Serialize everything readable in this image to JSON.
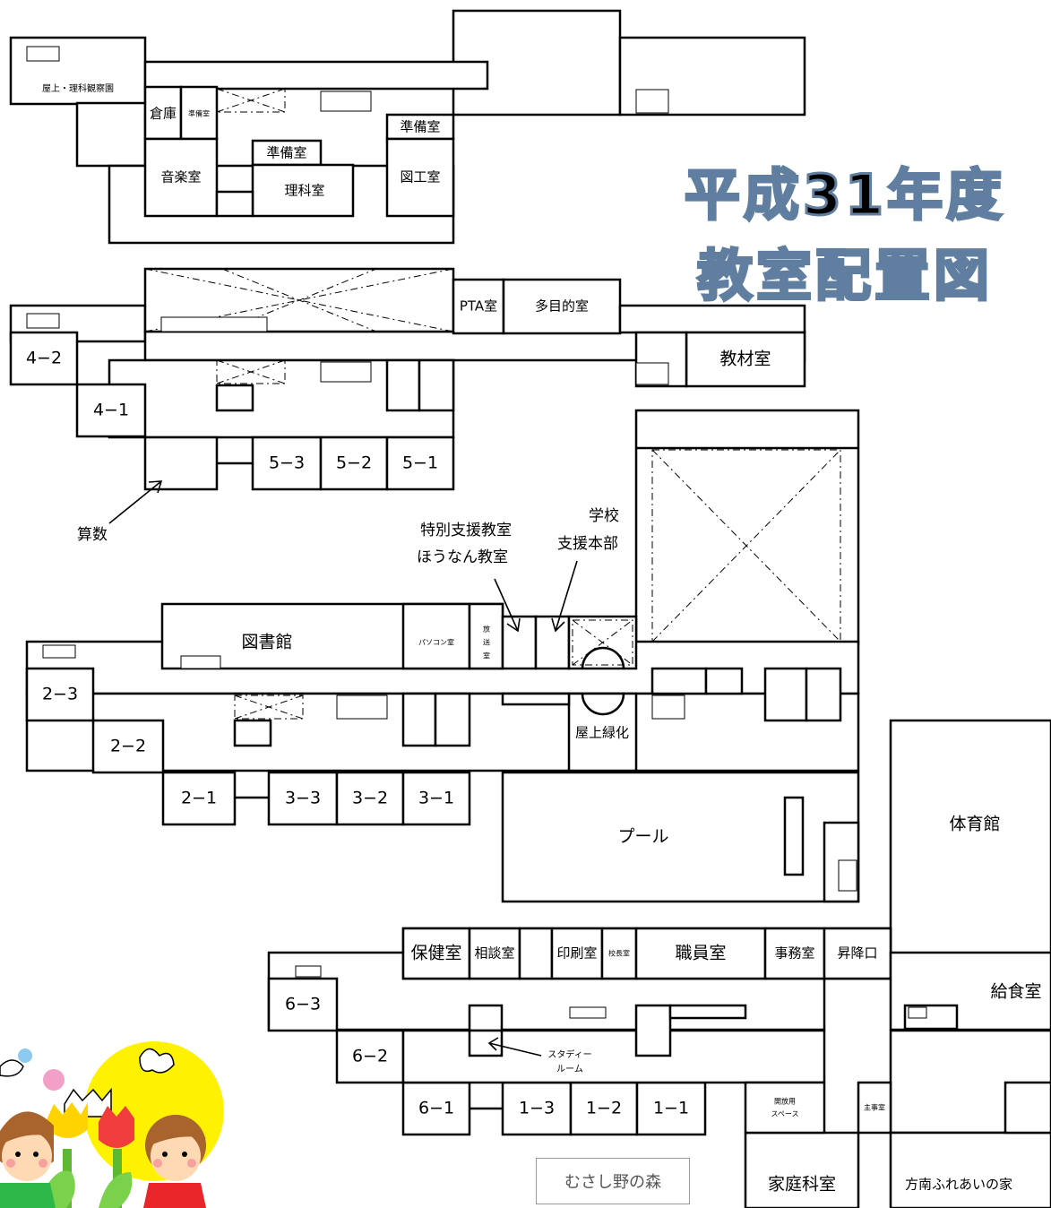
{
  "title": {
    "line1": "平成31年度",
    "line2": "教室配置図"
  },
  "floor4": {
    "rooftop": "屋上・理科観察園",
    "storage": "倉庫",
    "prep_small": "準備室",
    "prep_science": "準備室",
    "prep_art": "準備室",
    "music": "音楽室",
    "science": "理科室",
    "art": "図工室"
  },
  "floor3": {
    "pta": "PTA室",
    "multipurpose": "多目的室",
    "materials": "教材室",
    "r4_2": "4−2",
    "r4_1": "4−1",
    "r5_3": "5−3",
    "r5_2": "5−2",
    "r5_1": "5−1",
    "math": "算数"
  },
  "floor2": {
    "special_line1": "特別支援教室",
    "special_line2": "ほうなん教室",
    "support_line1": "学校",
    "support_line2": "支援本部",
    "library": "図書館",
    "pc_room": "パソコン室",
    "broadcast": [
      "放",
      "送",
      "室"
    ],
    "roof_green": "屋上緑化",
    "r2_3": "2−3",
    "r2_2": "2−2",
    "r2_1": "2−1",
    "r3_3": "3−3",
    "r3_2": "3−2",
    "r3_1": "3−1",
    "pool": "プール",
    "gym": "体育館"
  },
  "floor1": {
    "nurse": "保健室",
    "consult": "相談室",
    "print": "印刷室",
    "principal": "校長室",
    "staff": "職員室",
    "office": "事務室",
    "entrance": "昇降口",
    "lunch": "給食室",
    "r6_3": "6−3",
    "r6_2": "6−2",
    "r6_1": "6−1",
    "r1_3": "1−3",
    "r1_2": "1−2",
    "r1_1": "1−1",
    "study_line1": "スタディー",
    "study_line2": "ルーム",
    "open_line1": "開放用",
    "open_line2": "スペース",
    "chief_office": "主事室",
    "home_ec": "家庭科室",
    "community": "方南ふれあいの家"
  },
  "forest_label": "むさし野の森"
}
